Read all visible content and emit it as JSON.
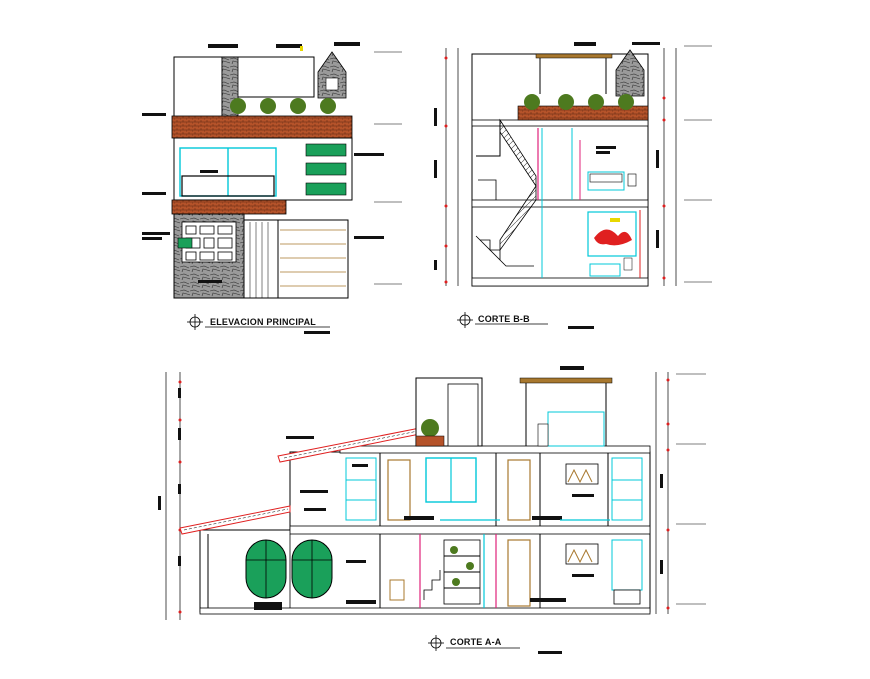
{
  "titles": {
    "elevacion": "ELEVACION PRINCIPAL",
    "corte_bb": "CORTE B-B",
    "corte_aa": "CORTE A-A"
  },
  "colors": {
    "line": "#000000",
    "roof_brick": "#b5532a",
    "stone": "#7d7d7d",
    "glass": "#1aa05a",
    "cyan": "#00c8d8",
    "magenta": "#e0217a",
    "red": "#e02020",
    "yellow": "#e8d800",
    "plant": "#4d7a1f",
    "wood": "#a8782e"
  }
}
